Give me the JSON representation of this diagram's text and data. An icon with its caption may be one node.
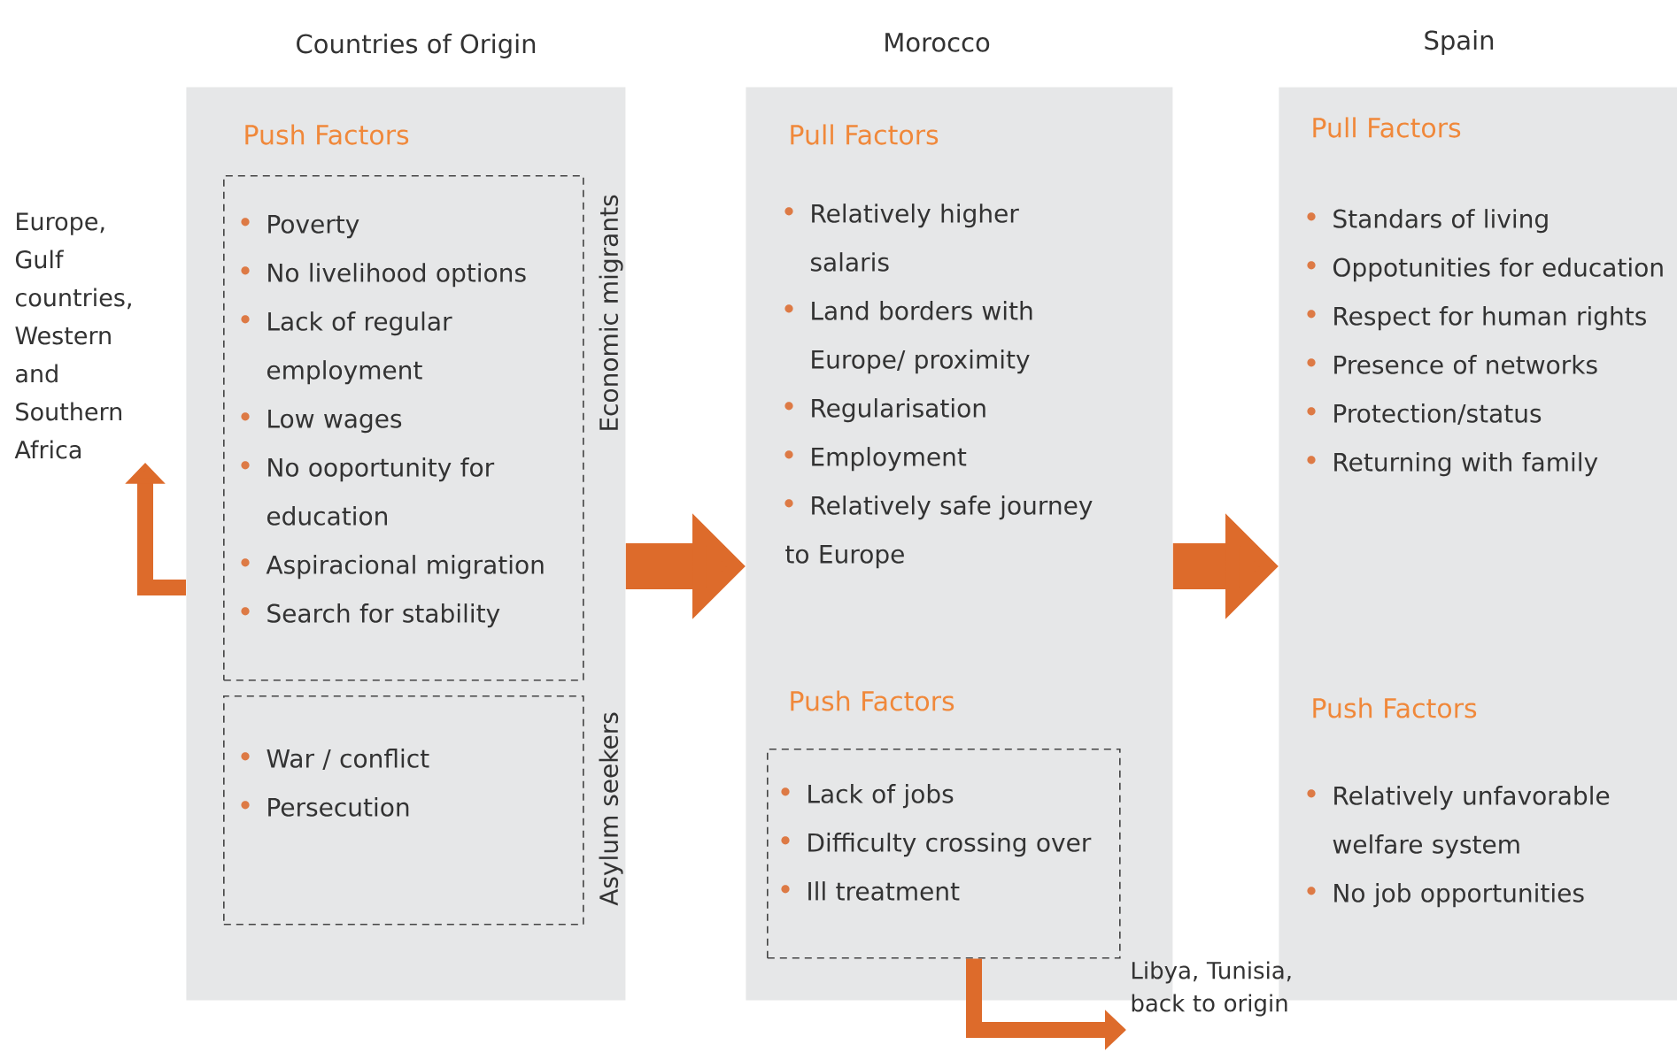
{
  "diagram": {
    "nodes": [
      {
        "text": [
          "Countries of Origin",
          "Push Factors"
        ]
      },
      {
        "text": [
          "Poverty",
          "No livelihood options",
          "Lack of regular employment",
          "Low wages",
          "No ooportunity for education",
          "Aspiracional migration",
          "Search for stability"
        ],
        "in": 0,
        "beside": [
          "Economic migrants"
        ]
      },
      {
        "text": [
          "War / conflict",
          "Persecution"
        ],
        "in": 0,
        "beside": [
          "Asylum seekers"
        ]
      },
      {
        "text": [
          "Morocco",
          "Pull Factors",
          "Relatively higher salaris",
          "Land borders with Europe/ proximity",
          "Regularisation",
          "Employment",
          "Relatively safe journey to Europe",
          "Push Factors"
        ]
      },
      {
        "text": [
          "Lack of jobs",
          "Difficulty crossing over",
          "Ill treatment"
        ],
        "in": 3
      },
      {
        "text": [
          "Spain",
          "Pull Factors",
          "Standars of living",
          "Oppotunities for education",
          "Respect for human rights",
          "Presence of networks",
          "Protection/status",
          "Returning with family",
          "Push Factors",
          "Relatively unfavorable welfare system",
          "No job opportunities"
        ]
      },
      {
        "text": [
          "Europe, Gulf countries, Western and Southern Africa"
        ]
      },
      {
        "text": [
          "Libya, Tunisia, back to origin"
        ]
      }
    ],
    "edges": [
      {
        "from": 0,
        "to": 3,
        "arrow": "to",
        "style": "thick"
      },
      {
        "from": 3,
        "to": 5,
        "arrow": "to",
        "style": "thick"
      },
      {
        "from": 0,
        "to": 6,
        "arrow": "to"
      },
      {
        "from": 4,
        "to": 7,
        "arrow": "to"
      }
    ]
  }
}
